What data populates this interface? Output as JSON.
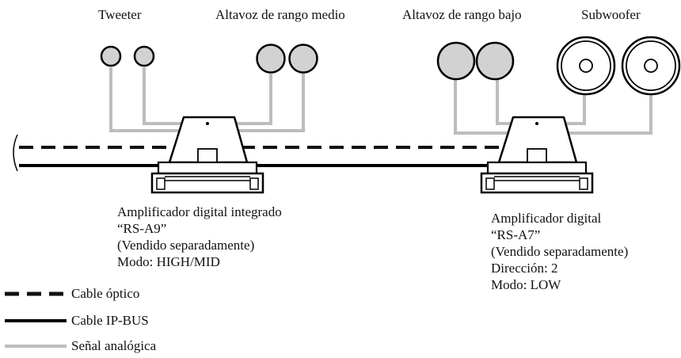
{
  "speakers": {
    "tweeter": "Tweeter",
    "midrange": "Altavoz de rango medio",
    "bass": "Altavoz de rango bajo",
    "subwoofer": "Subwoofer"
  },
  "amplifiers": [
    {
      "name": "Amplificador digital integrado",
      "model": "“RS-A9”",
      "note": "(Vendido separadamente)",
      "mode": "Modo: HIGH/MID"
    },
    {
      "name": "Amplificador digital",
      "model": "“RS-A7”",
      "note": "(Vendido separadamente)",
      "direction": "Dirección: 2",
      "mode": "Modo: LOW"
    }
  ],
  "legend": {
    "optical": "Cable óptico",
    "ipbus": "Cable IP-BUS",
    "analog": "Señal analógica"
  },
  "colors": {
    "optical": "#111111",
    "ipbus": "#000000",
    "analog": "#bdbdbd",
    "speaker_fill": "#d2d2d2"
  }
}
